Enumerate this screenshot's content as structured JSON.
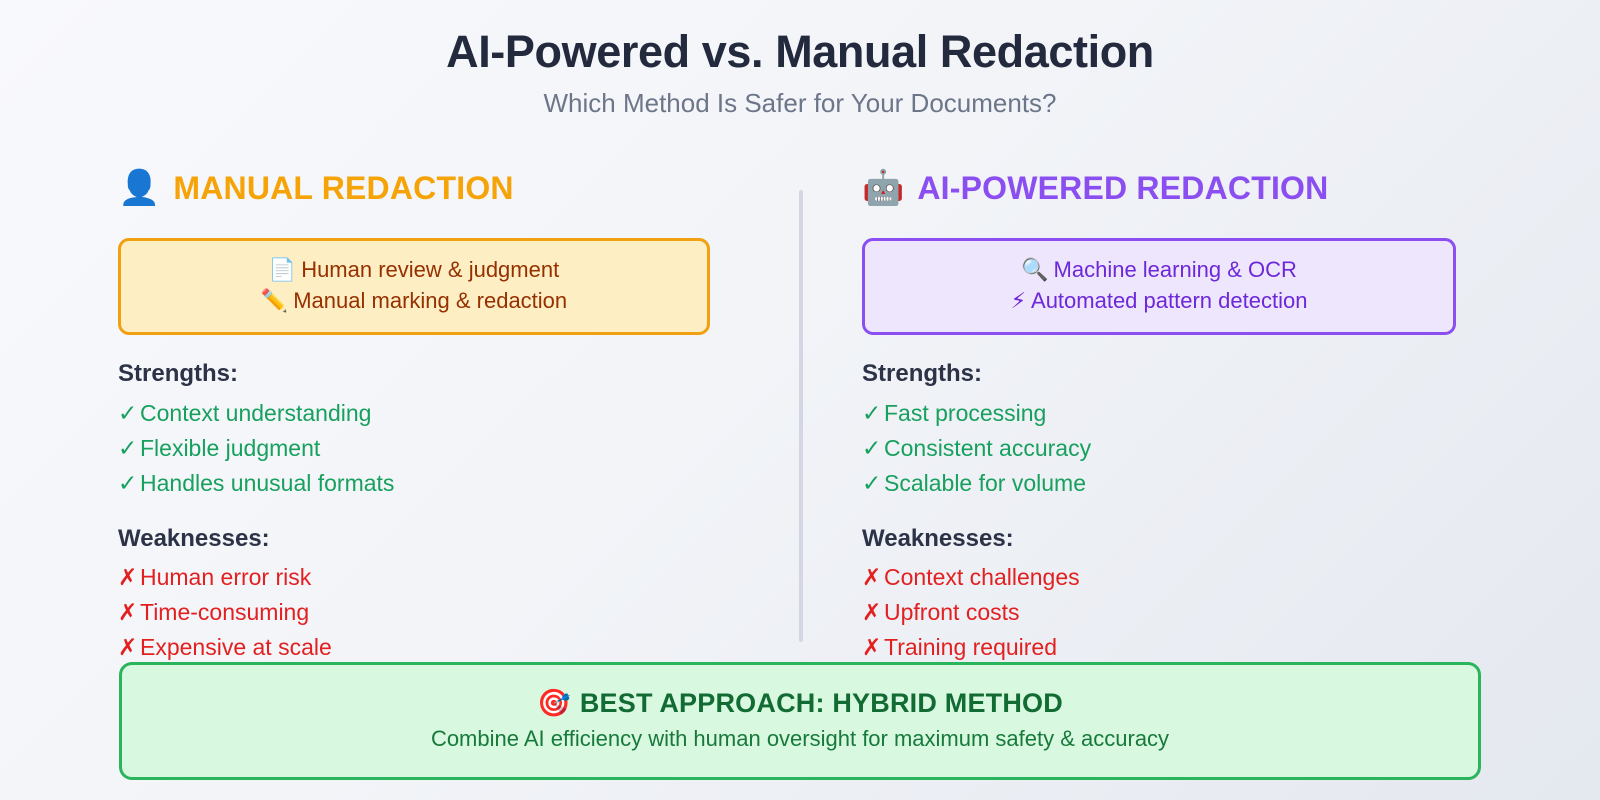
{
  "header": {
    "title": "AI-Powered vs. Manual Redaction",
    "subtitle": "Which Method Is Safer for Your Documents?"
  },
  "colors": {
    "manual_accent": "#f5a307",
    "manual_card_bg": "#fdeec4",
    "manual_card_border": "#f0a010",
    "manual_card_text": "#963000",
    "ai_accent": "#8b4ef0",
    "ai_card_bg": "#eee6fd",
    "ai_card_border": "#8b4ef0",
    "ai_card_text": "#6d28d9",
    "strength_green": "#17a05e",
    "weakness_red": "#e32020",
    "verdict_bg": "#d8f8e0",
    "verdict_border": "#2ab45c",
    "verdict_text": "#116b33",
    "title_navy": "#232a3d",
    "subtitle_gray": "#6d7689",
    "divider_gray": "#d4d7e3"
  },
  "columns": {
    "manual": {
      "icon": "bust-in-silhouette-emoji",
      "icon_glyph": "👤",
      "title": "MANUAL REDACTION",
      "method": {
        "lines": [
          {
            "icon": "page-facing-up-emoji",
            "icon_glyph": "📄",
            "text": "Human review & judgment"
          },
          {
            "icon": "pencil-emoji",
            "icon_glyph": "✏️",
            "text": "Manual marking & redaction"
          }
        ]
      },
      "strengths_label": "Strengths:",
      "strengths": [
        {
          "mark": "✓",
          "text": "Context understanding"
        },
        {
          "mark": "✓",
          "text": "Flexible judgment"
        },
        {
          "mark": "✓",
          "text": "Handles unusual formats"
        }
      ],
      "weaknesses_label": "Weaknesses:",
      "weaknesses": [
        {
          "mark": "✗",
          "text": "Human error risk"
        },
        {
          "mark": "✗",
          "text": "Time-consuming"
        },
        {
          "mark": "✗",
          "text": "Expensive at scale"
        }
      ]
    },
    "ai": {
      "icon": "robot-emoji",
      "icon_glyph": "🤖",
      "title": "AI-POWERED REDACTION",
      "method": {
        "lines": [
          {
            "icon": "magnifying-glass-emoji",
            "icon_glyph": "🔍",
            "text": "Machine learning & OCR"
          },
          {
            "icon": "high-voltage-emoji",
            "icon_glyph": "⚡",
            "text": "Automated pattern detection"
          }
        ]
      },
      "strengths_label": "Strengths:",
      "strengths": [
        {
          "mark": "✓",
          "text": "Fast processing"
        },
        {
          "mark": "✓",
          "text": "Consistent accuracy"
        },
        {
          "mark": "✓",
          "text": "Scalable for volume"
        }
      ],
      "weaknesses_label": "Weaknesses:",
      "weaknesses": [
        {
          "mark": "✗",
          "text": "Context challenges"
        },
        {
          "mark": "✗",
          "text": "Upfront costs"
        },
        {
          "mark": "✗",
          "text": "Training required"
        }
      ]
    }
  },
  "verdict": {
    "icon": "direct-hit-emoji",
    "icon_glyph": "🎯",
    "title": "BEST APPROACH: HYBRID METHOD",
    "subtitle": "Combine AI efficiency with human oversight for maximum safety & accuracy"
  }
}
